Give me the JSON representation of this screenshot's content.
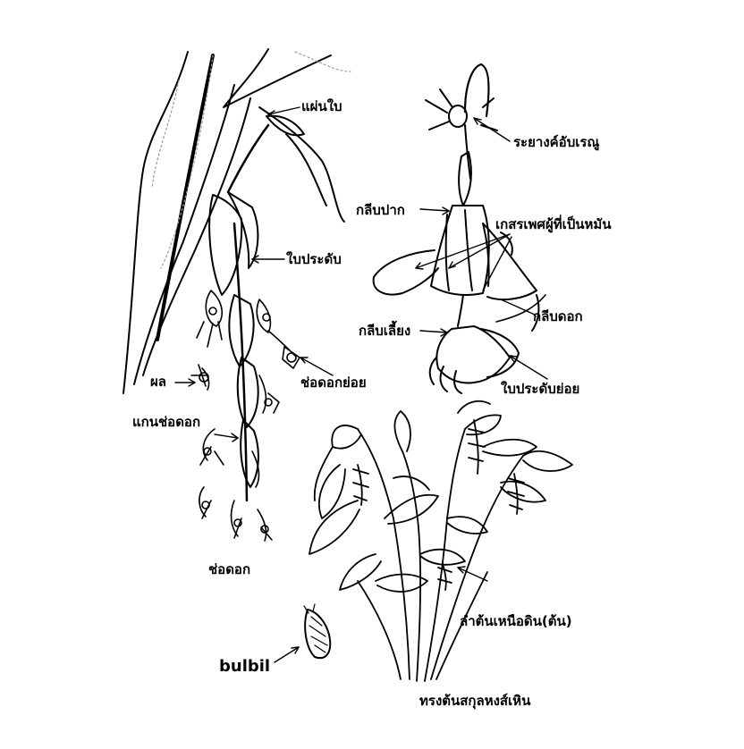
{
  "labels": {
    "leaf_blade": "แผ่นใบ",
    "bract": "ใบประดับ",
    "cincinnus": "ช่อดอกย่อย",
    "fruit": "ผล",
    "rachis": "แกนช่อดอก",
    "inflorescence": "ช่อดอก",
    "bulbil": "bulbil",
    "anther": "ระยางค์อับเรณู",
    "labellum": "กลีบปาก",
    "staminodes": "เกสรเพศผู้ที่เป็นหมัน",
    "corolla": "กลีบดอก",
    "calyx": "กลีบเลี้ยง",
    "bracteole": "ใบประดับย่อย",
    "pseudostem": "ลำต้นเหนือดิน(ต้น)",
    "habit": "ทรงต้นสกุลหงส์เหิน"
  },
  "colors": {
    "ink": "#000000",
    "background": "#ffffff",
    "dotted": "#9a9a9a"
  }
}
